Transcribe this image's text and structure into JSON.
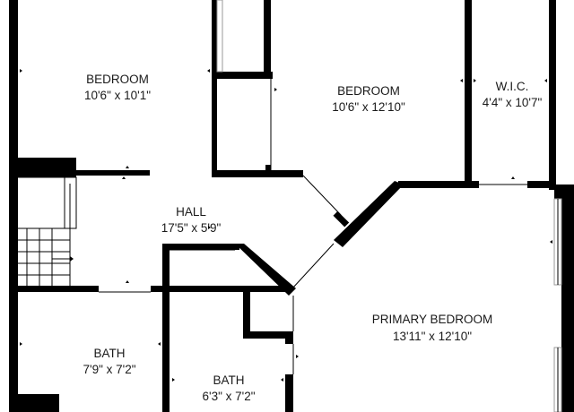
{
  "rooms": [
    {
      "name": "BEDROOM",
      "dims": "10'6\" x 10'1\""
    },
    {
      "name": "BEDROOM",
      "dims": "10'6\" x 12'10\""
    },
    {
      "name": "W.I.C.",
      "dims": "4'4\" x 10'7\""
    },
    {
      "name": "HALL",
      "dims": "17'5\" x 5'9\""
    },
    {
      "name": "PRIMARY BEDROOM",
      "dims": "13'11\" x 12'10\""
    },
    {
      "name": "BATH",
      "dims": "7'9\" x 7'2\""
    },
    {
      "name": "BATH",
      "dims": "6'3\" x 7'2\""
    }
  ],
  "colors": {
    "wall": "#000000",
    "text": "#1a1a1a",
    "background": "#ffffff"
  }
}
